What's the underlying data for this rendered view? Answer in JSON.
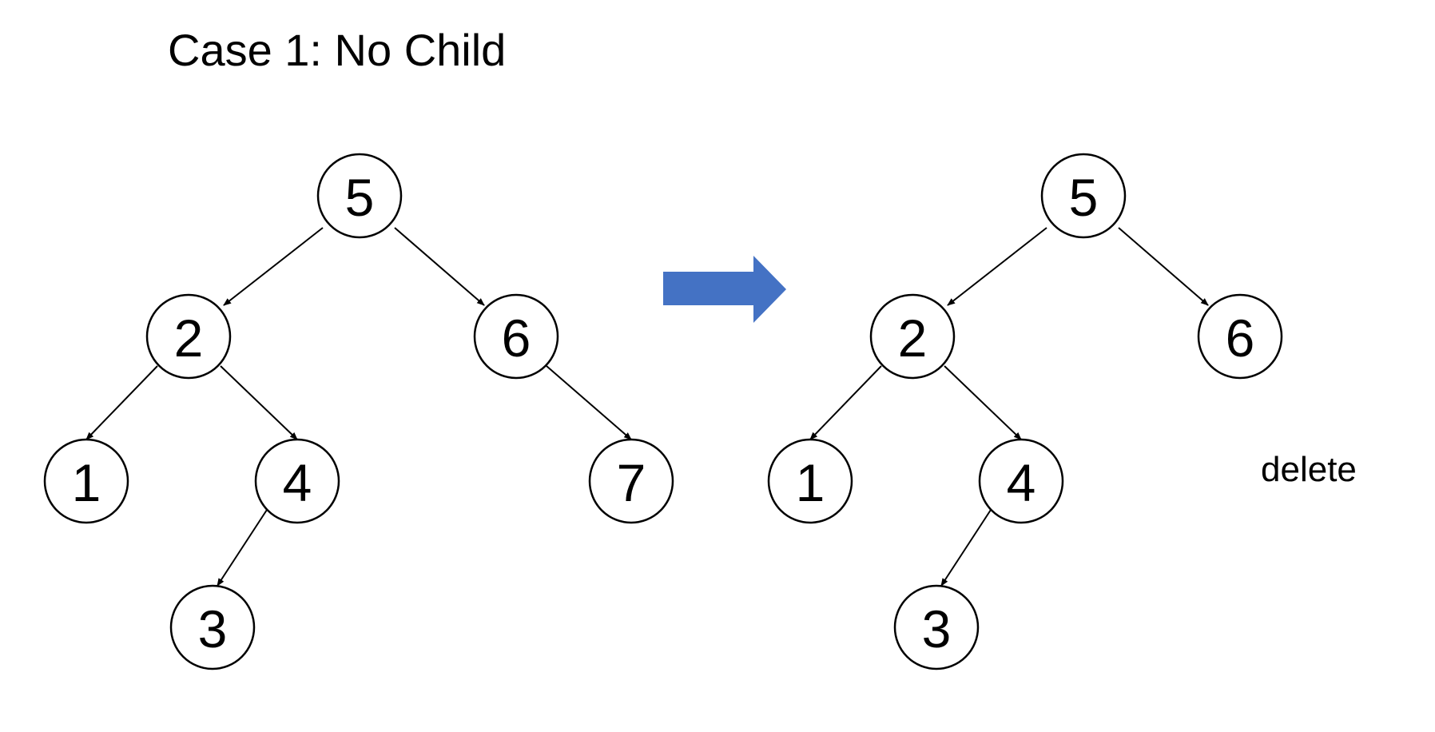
{
  "title": "Case 1: No Child",
  "annotation": "delete",
  "colors": {
    "node_stroke": "#000000",
    "node_fill": "#ffffff",
    "text": "#000000",
    "deleted_node": "#ff2a1f",
    "arrow_fill": "#4472c4"
  },
  "before_tree": {
    "nodes": [
      {
        "id": "b5",
        "label": "5"
      },
      {
        "id": "b2",
        "label": "2"
      },
      {
        "id": "b6",
        "label": "6"
      },
      {
        "id": "b1",
        "label": "1"
      },
      {
        "id": "b4",
        "label": "4"
      },
      {
        "id": "b7",
        "label": "7",
        "highlight": "deleted"
      },
      {
        "id": "b3",
        "label": "3"
      }
    ],
    "edges": [
      {
        "from": "5",
        "to": "2"
      },
      {
        "from": "5",
        "to": "6"
      },
      {
        "from": "2",
        "to": "1"
      },
      {
        "from": "2",
        "to": "4"
      },
      {
        "from": "6",
        "to": "7"
      },
      {
        "from": "4",
        "to": "3"
      }
    ]
  },
  "after_tree": {
    "nodes": [
      {
        "id": "a5",
        "label": "5"
      },
      {
        "id": "a2",
        "label": "2"
      },
      {
        "id": "a6",
        "label": "6"
      },
      {
        "id": "a1",
        "label": "1"
      },
      {
        "id": "a4",
        "label": "4"
      },
      {
        "id": "a3",
        "label": "3"
      }
    ],
    "edges": [
      {
        "from": "5",
        "to": "2"
      },
      {
        "from": "5",
        "to": "6"
      },
      {
        "from": "2",
        "to": "1"
      },
      {
        "from": "2",
        "to": "4"
      },
      {
        "from": "4",
        "to": "3"
      }
    ]
  },
  "transition_arrow": "right-arrow-icon"
}
